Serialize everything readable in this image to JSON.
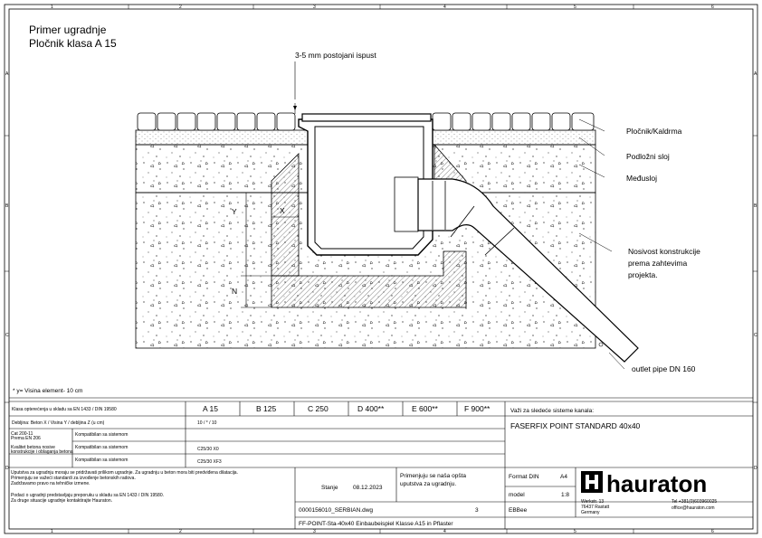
{
  "title": {
    "line1": "Primer ugradnje",
    "line2": "Pločnik klasa A 15"
  },
  "annotation_top": "3-5 mm postojani ispust",
  "layers": {
    "paving": "Pločnik/Kaldrma",
    "bedding": "Podložni sloj",
    "intermediate": "Međusloj",
    "bearing_1": "Nosivost konstrukcije",
    "bearing_2": "prema zahtevima",
    "bearing_3": "projekta."
  },
  "dims": {
    "x": "X",
    "y": "Y",
    "n": "N"
  },
  "outlet": "outlet pipe DN 160",
  "footnote": "* y= Visina element- 10 cm",
  "grid": {
    "cols": [
      "1",
      "2",
      "3",
      "4",
      "5",
      "6"
    ],
    "rows": [
      "A",
      "B",
      "C",
      "D"
    ]
  },
  "table": {
    "row1_label": "Klasa opterećenja u skladu sa EN 1433 / DIN 19580",
    "classes": [
      "A 15",
      "B 125",
      "C 250",
      "D 400**",
      "E 600**",
      "F 900**"
    ],
    "row2_label": "Debljina: Beton X / Visina Y / debljina Z (u cm)",
    "row2_value": "10 / * / 10",
    "row3_label_a": "Cat 200-11",
    "row3_label_b": "Prema EN 206",
    "row3_sub1": "Kompatibilan sa sistemom",
    "row3_sub2": "Kompatibilan sa sistemom",
    "row3_left_a": "Kvalitet betona nosive",
    "row3_left_b": "konstrukcije i oblaganja betona",
    "row3_value1": "C25/30 X0",
    "row4_sub": "Kompatibilan sa sistemom",
    "row4_value": "C25/30 XF3",
    "system_label": "Važi za sledeće sisteme kanala:",
    "system_value": "FASERFIX POINT STANDARD 40x40"
  },
  "notes": {
    "n1": "Uputstva za ugradnju moraju se pridržavati prilikom ugradnje. Za ugradnju u beton mora biti predviđena dilatacija.",
    "n2": "Primenjuju se važeći standardi za izvođenje betonskih radova.",
    "n3": "Zadržavamo pravo na tehničke izmene.",
    "n4": "Podaci o ugradnji predstavljaju preporuku u skladu sa EN 1433 / DIN 19580.",
    "n5": "Za druge situacije ugradnje kontaktirajte Hauraton."
  },
  "applicability": {
    "line1": "Primenjuju se naša opšta",
    "line2": "uputstva za ugradnju."
  },
  "stanje": {
    "label": "Stanje",
    "date": "08.12.2023"
  },
  "file": "0000156010_SERBIAN.dwg",
  "revision": "3",
  "drawn": "EBBee",
  "format": {
    "label": "Format DIN",
    "value": "A4"
  },
  "model": {
    "label": "model",
    "value": "1:8"
  },
  "bottom_title": "FF-POINT-Sta-40x40 Einbaubeispiel Klasse A15 in Pflaster",
  "brand": "hauraton",
  "address": {
    "line1": "Werkstr. 13",
    "line2": "76437 Rastatt",
    "line3": "Germany"
  },
  "contact": {
    "line1": "Tel +381(0)603960025",
    "line2": "office@hauraton.com"
  }
}
